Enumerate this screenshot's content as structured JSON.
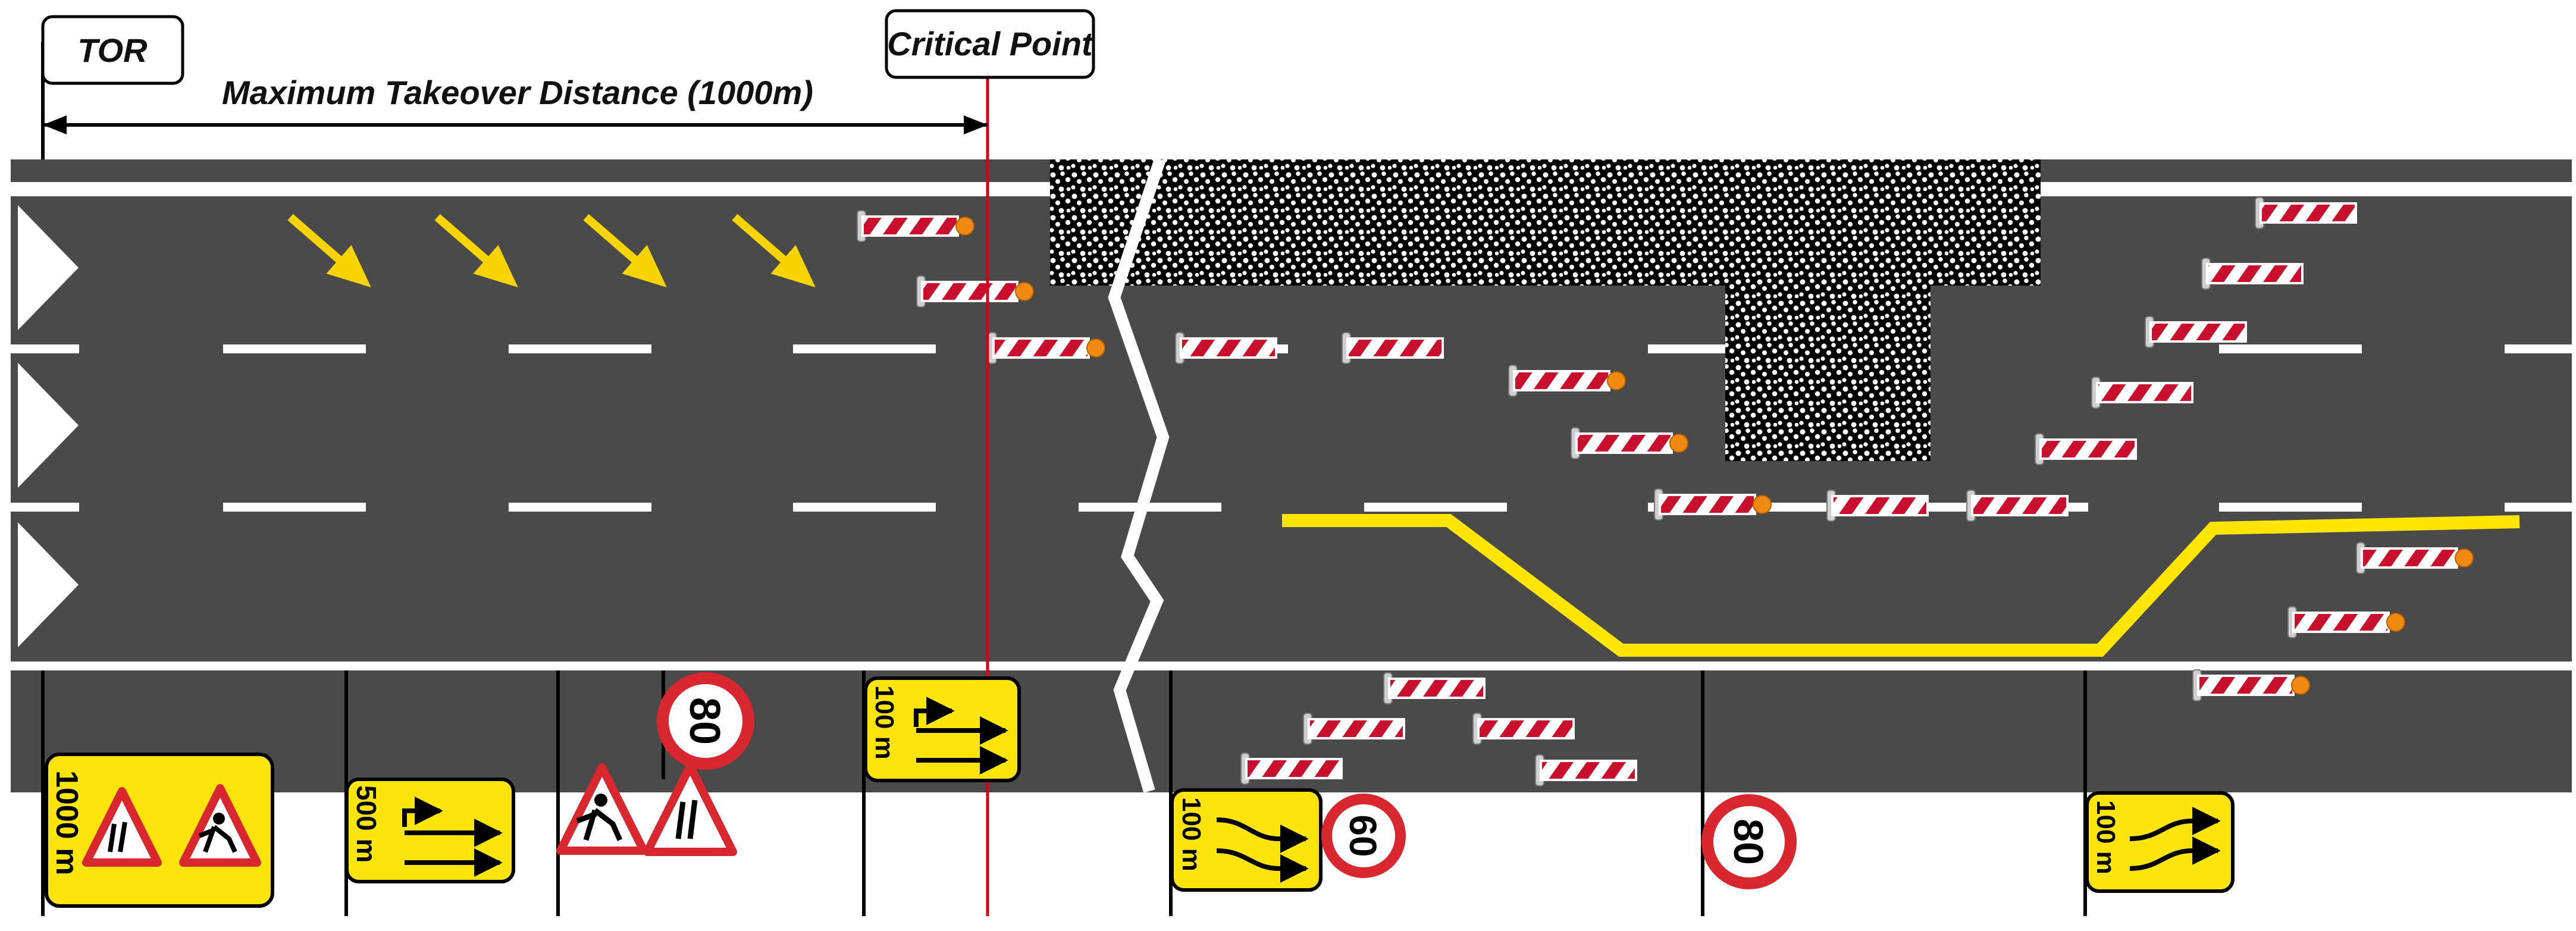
{
  "labels": {
    "tor": "TOR",
    "critical_point": "Critical Point",
    "max_takeover": "Maximum Takeover Distance (1000m)"
  },
  "signs": {
    "d1000": "1000 m",
    "d500": "500 m",
    "d100": "100 m",
    "limit80": "80",
    "limit60": "60"
  },
  "colors": {
    "road": "#4a4a4a",
    "marking": "#ffffff",
    "arrow_yellow": "#f7d300",
    "line_yellow": "#ffe600",
    "sign_yellow": "#fde40b",
    "barrier_red": "#c8102e",
    "lamp_orange": "#f08a12",
    "critical_line": "#d0021b"
  },
  "icons": [
    "chevron-marker-icon",
    "merge-arrow-icon",
    "roadworks-sign-icon",
    "narrowing-sign-icon",
    "lane-shift-sign-icon",
    "speed-limit-icon",
    "barrier-icon"
  ]
}
